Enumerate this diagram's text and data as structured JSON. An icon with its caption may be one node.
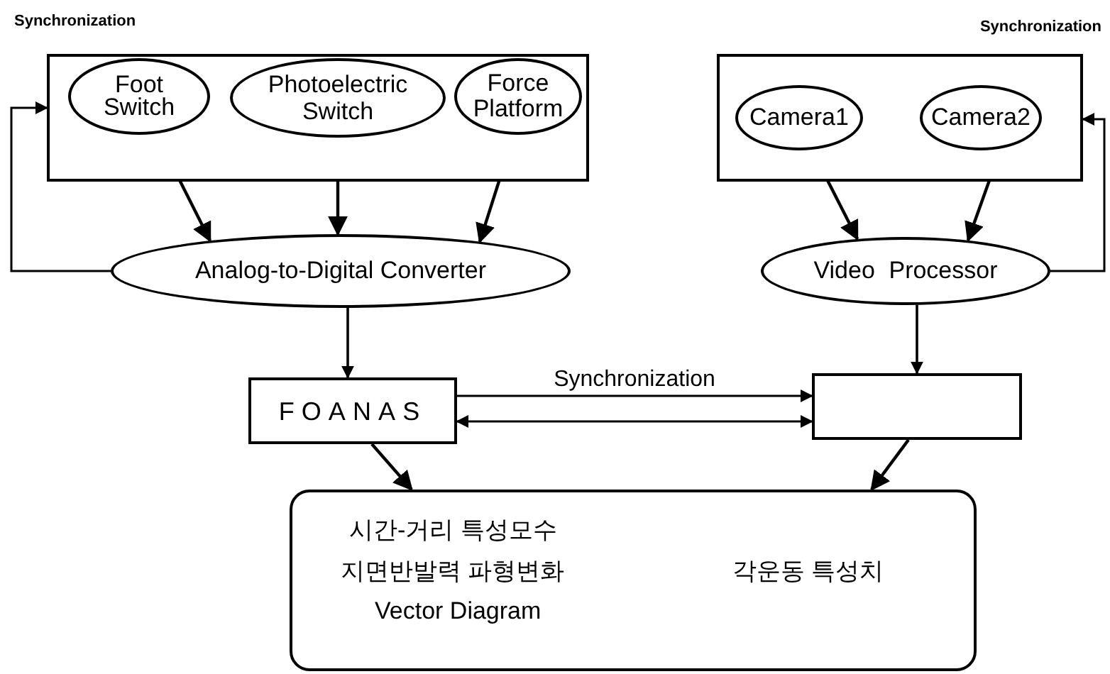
{
  "diagram": {
    "nodes": [
      {
        "text": [],
        "shape": "box"
      },
      {
        "text": [
          "Foot Switch"
        ],
        "in": 0
      },
      {
        "text": [
          "Photoelectric Switch"
        ],
        "in": 0
      },
      {
        "text": [
          "Force Platform"
        ],
        "in": 0
      },
      {
        "text": [],
        "shape": "box"
      },
      {
        "text": [
          "Camera1"
        ],
        "in": 4
      },
      {
        "text": [
          "Camera2"
        ],
        "in": 4
      },
      {
        "text": [
          "Analog-to-Digital Converter"
        ]
      },
      {
        "text": [
          "Video Processor"
        ]
      },
      {
        "text": [
          "FOANAS"
        ]
      },
      {
        "text": [],
        "shape": "box"
      },
      {
        "text": [
          "시간-거리 특성모수",
          "지면반발력 파형변화",
          "Vector Diagram",
          "각운동 특성치"
        ]
      }
    ],
    "edges": [
      {
        "from": 1,
        "to": 7,
        "arrow": "to"
      },
      {
        "from": 2,
        "to": 7,
        "arrow": "to"
      },
      {
        "from": 3,
        "to": 7,
        "arrow": "to"
      },
      {
        "from": 7,
        "to": 0,
        "arrow": "to"
      },
      {
        "from": 5,
        "to": 8,
        "arrow": "to"
      },
      {
        "from": 6,
        "to": 8,
        "arrow": "to"
      },
      {
        "from": 8,
        "to": 4,
        "arrow": "to"
      },
      {
        "from": 7,
        "to": 9,
        "arrow": "to"
      },
      {
        "from": 8,
        "to": 10,
        "arrow": "to"
      },
      {
        "from": 9,
        "to": 10,
        "arrow": "to",
        "label": "Synchronization"
      },
      {
        "from": 9,
        "to": 10,
        "arrow": "both"
      },
      {
        "from": 9,
        "to": 11,
        "arrow": "to"
      },
      {
        "from": 10,
        "to": 11,
        "arrow": "to"
      }
    ],
    "labels": [
      "Synchronization",
      "Synchronization"
    ]
  }
}
